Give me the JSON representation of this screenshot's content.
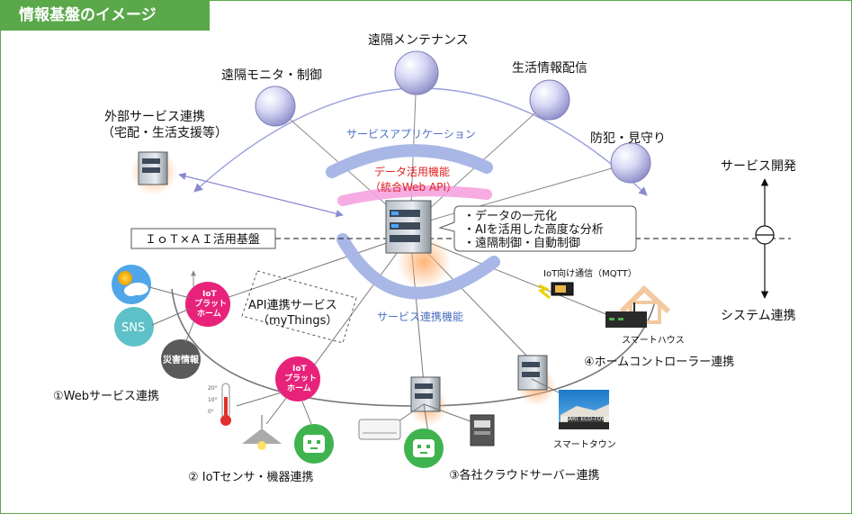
{
  "title": "情報基盤のイメージ",
  "services": {
    "remote_maintenance": "遠隔メンテナンス",
    "remote_monitor": "遠隔モニタ・制御",
    "life_info": "生活情報配信",
    "security": "防犯・見守り",
    "external_line1": "外部サービス連携",
    "external_line2": "（宅配・生活支援等）"
  },
  "service_app_label": "サービスアプリケーション",
  "data_func_line1": "データ活用機能",
  "data_func_line2": "（統合Web API）",
  "platform_label": "ＩｏＴ×ＡＩ活用基盤",
  "features": [
    "・データの一元化",
    "・AIを活用した高度な分析",
    "・遠隔制御・自動制御"
  ],
  "service_dev": "サービス開発",
  "system_link": "システム連携",
  "iot_comm": "IoT向け通信（MQTT）",
  "smart_house": "スマートハウス",
  "home_ctrl": "④ホームコントローラー連携",
  "smart_town": "スマートタウン",
  "smart_town_sign": "SMART ECO-TOWNS",
  "service_link_func": "サービス連携機能",
  "api_service_line1": "API連携サービス",
  "api_service_line2": "（myThings）",
  "iot_platform_line1": "IoT",
  "iot_platform_line2": "プラット",
  "iot_platform_line3": "ホーム",
  "sns": "SNS",
  "disaster": "災害情報",
  "web_service": "①Webサービス連携",
  "iot_sensor": "② IoTセンサ・機器連携",
  "cloud_server": "③各社クラウドサーバー連携",
  "thermo_ticks": [
    "20°",
    "10°",
    "0°"
  ],
  "colors": {
    "green": "#5aa84a",
    "iot_pink": "#e8227a",
    "orb_purple": "#c9c9ef",
    "arc_blue": "#a9b7e6",
    "accent_pink": "#f5a3df"
  }
}
